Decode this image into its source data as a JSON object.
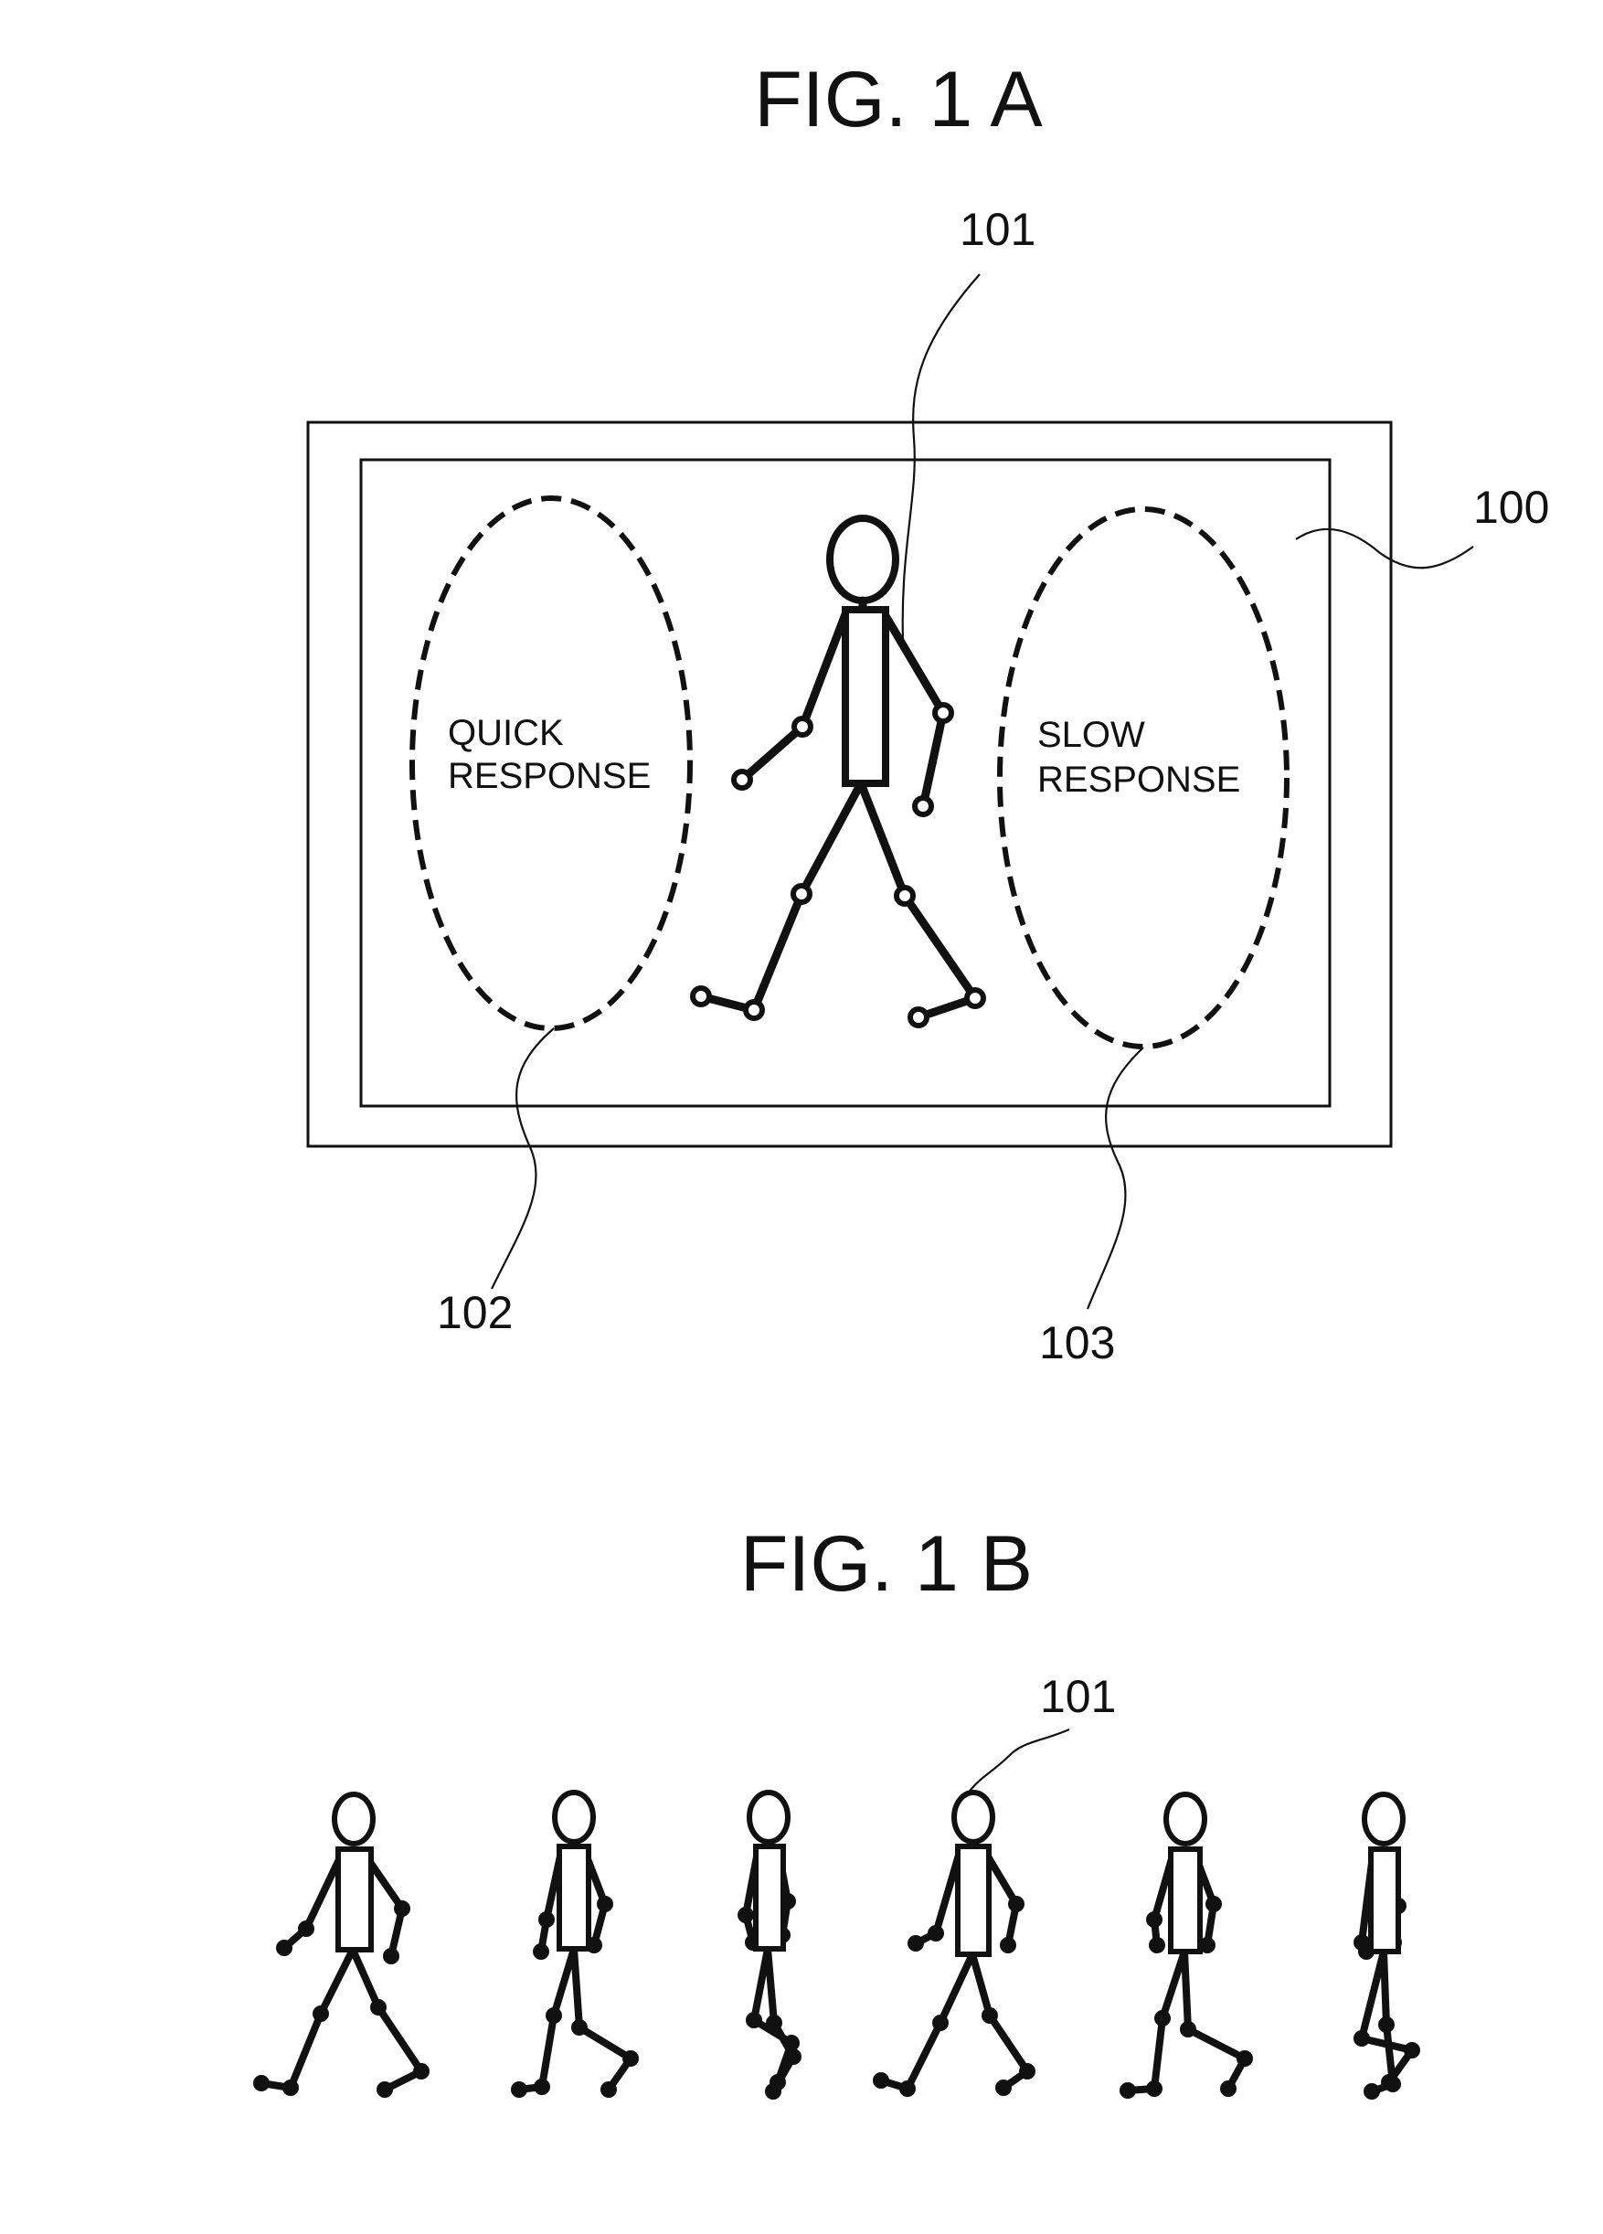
{
  "figure_a": {
    "title": "FIG. 1 A",
    "refs": {
      "figure": "101",
      "display": "100",
      "zone_quick": "102",
      "zone_slow": "103"
    },
    "zones": {
      "quick": {
        "line1": "QUICK",
        "line2": "RESPONSE"
      },
      "slow": {
        "line1": "SLOW",
        "line2": "RESPONSE"
      }
    }
  },
  "figure_b": {
    "title": "FIG. 1 B",
    "refs": {
      "figure": "101"
    },
    "frame_count": 6
  }
}
